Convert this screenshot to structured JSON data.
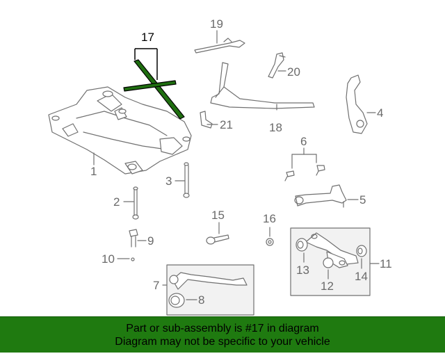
{
  "callouts": {
    "c1": "1",
    "c2": "2",
    "c3": "3",
    "c4": "4",
    "c5": "5",
    "c6": "6",
    "c7": "7",
    "c8": "8",
    "c9": "9",
    "c10": "10",
    "c11": "11",
    "c12": "12",
    "c13": "13",
    "c14": "14",
    "c15": "15",
    "c16": "16",
    "c17": "17",
    "c18": "18",
    "c19": "19",
    "c20": "20",
    "c21": "21"
  },
  "colors": {
    "linework": "#707070",
    "highlight": "#000000",
    "highlight_part": "#1f6e10",
    "banner_bg": "#1f7a10",
    "banner_text": "#000000",
    "box_fill": "#f2f2f2"
  },
  "banner": {
    "line1": "Part or sub-assembly is #17 in diagram",
    "line2": "Diagram may not be specific to your vehicle"
  }
}
